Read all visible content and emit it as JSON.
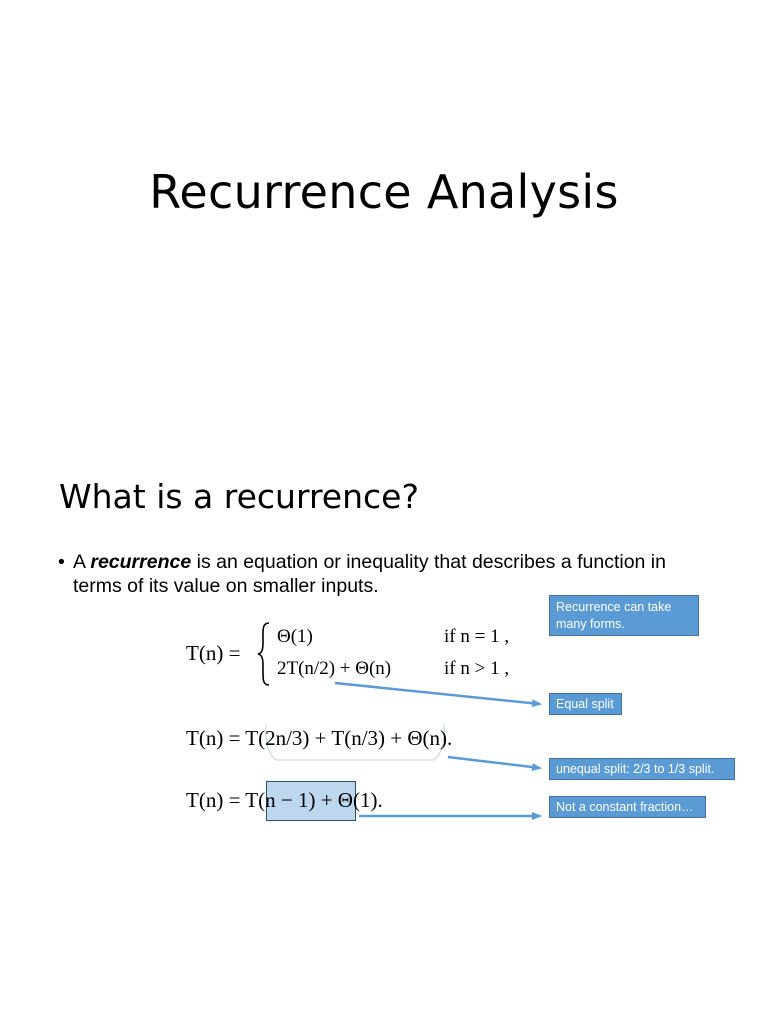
{
  "slide_title": "Recurrence Analysis",
  "section_heading": "What is a recurrence?",
  "bullet": {
    "marker": "•",
    "prefix": "A ",
    "term": "recurrence",
    "rest": " is an equation or inequality that describes a function in terms of its value on smaller inputs."
  },
  "equations": {
    "eq1": {
      "lhs": "T(n) =",
      "case1_expr": "Θ(1)",
      "case1_cond": "if n = 1 ,",
      "case2_expr": "2T(n/2) + Θ(n)",
      "case2_cond": "if n > 1 ,"
    },
    "eq2": "T(n) = T(2n/3) + T(n/3) + Θ(n).",
    "eq3": {
      "lhs": "T(n) = ",
      "highlighted": "T(n − 1)",
      "rest": " + Θ(1)."
    }
  },
  "callouts": {
    "forms": "Recurrence can take many forms.",
    "equal": "Equal split",
    "unequal": "unequal split: 2/3 to 1/3 split.",
    "not_constant": "Not a constant fraction…"
  },
  "colors": {
    "callout_fill": "#5b9bd5",
    "callout_border": "#41719c",
    "arrow": "#5b9bd5",
    "highlight": "#bdd7ee"
  }
}
